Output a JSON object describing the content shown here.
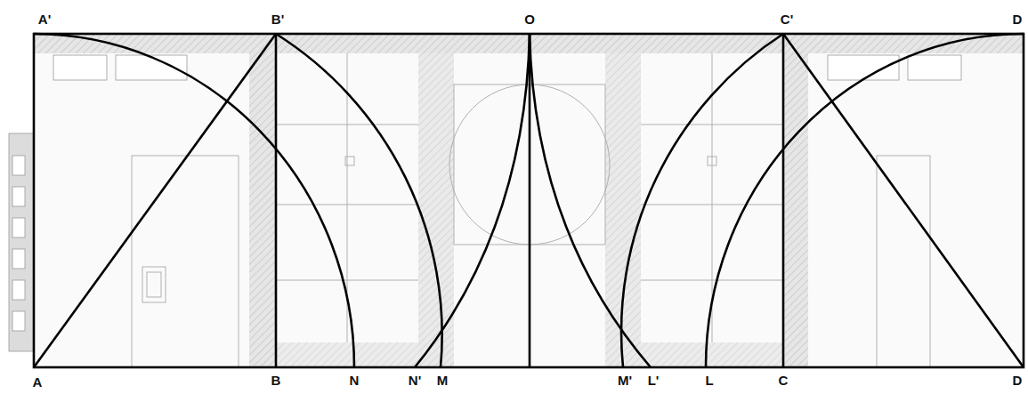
{
  "diagram": {
    "labels": [
      "A'",
      "B'",
      "O",
      "C'",
      "D",
      "A",
      "B",
      "N",
      "N'",
      "M",
      "M'",
      "L'",
      "L",
      "C",
      "D"
    ]
  }
}
